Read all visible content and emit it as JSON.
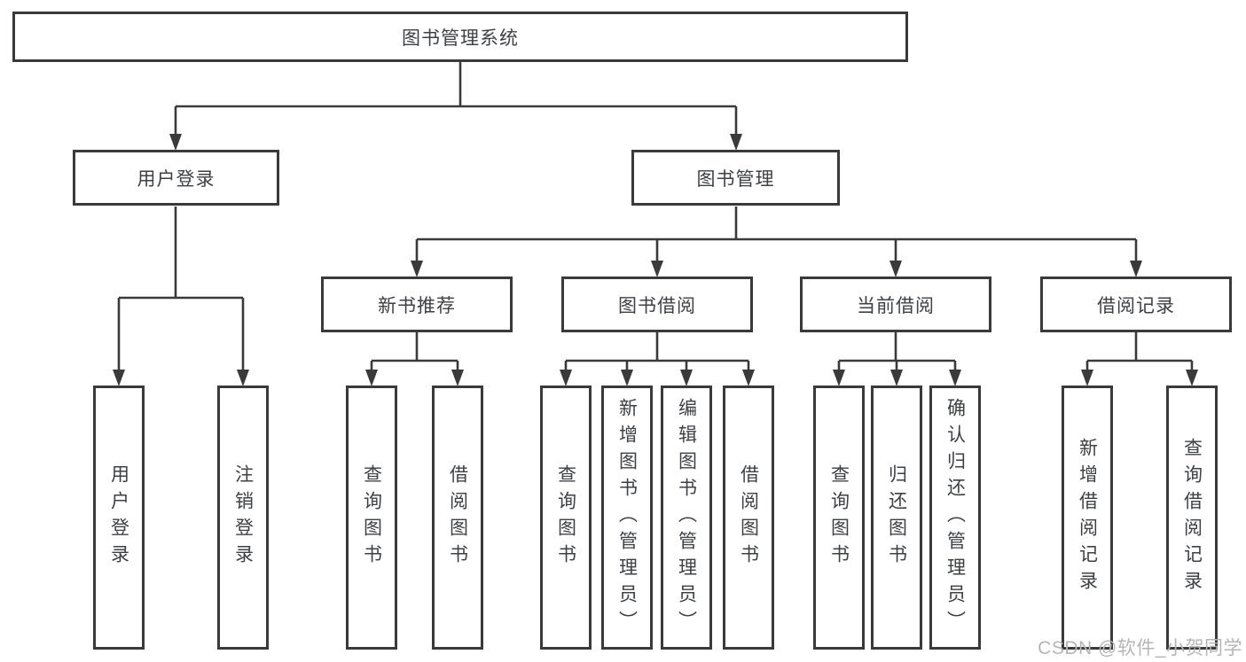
{
  "watermark": "CSDN @软件_小贺同学",
  "tree": {
    "root": {
      "label": "图书管理系统"
    },
    "children": [
      {
        "label": "用户登录",
        "children": [
          {
            "label": "用户登录"
          },
          {
            "label": "注销登录"
          }
        ]
      },
      {
        "label": "图书管理",
        "children": [
          {
            "label": "新书推荐",
            "children": [
              {
                "label": "查询图书"
              },
              {
                "label": "借阅图书"
              }
            ]
          },
          {
            "label": "图书借阅",
            "children": [
              {
                "label": "查询图书"
              },
              {
                "label": "新增图书（管理员）"
              },
              {
                "label": "编辑图书（管理员）"
              },
              {
                "label": "借阅图书"
              }
            ]
          },
          {
            "label": "当前借阅",
            "children": [
              {
                "label": "查询图书"
              },
              {
                "label": "归还图书"
              },
              {
                "label": "确认归还（管理员）"
              }
            ]
          },
          {
            "label": "借阅记录",
            "children": [
              {
                "label": "新增借阅记录"
              },
              {
                "label": "查询借阅记录"
              }
            ]
          }
        ]
      }
    ]
  }
}
